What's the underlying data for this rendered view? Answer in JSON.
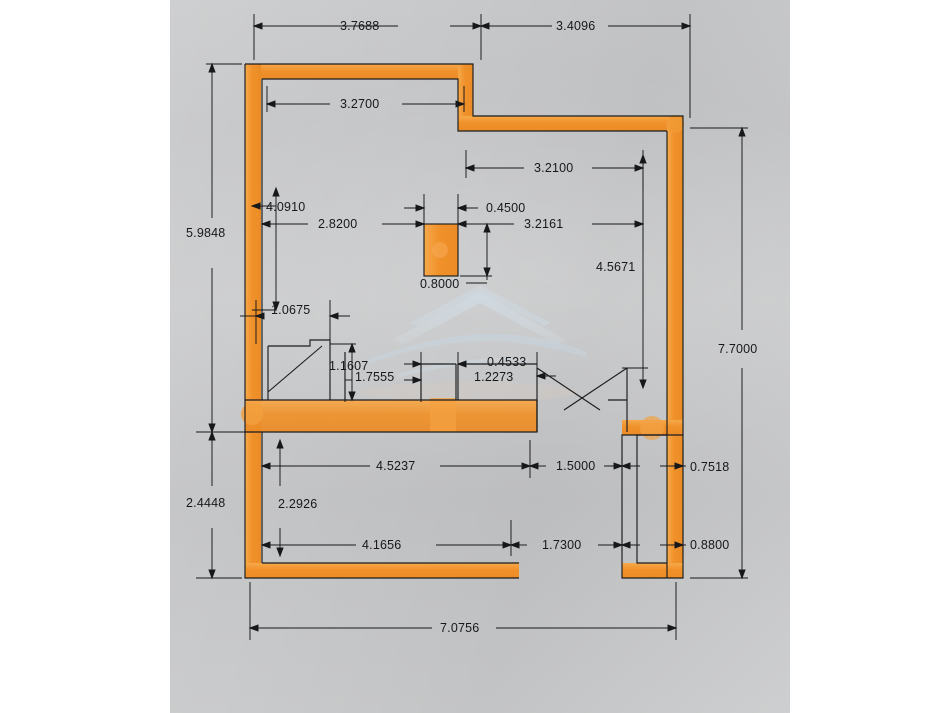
{
  "document": {
    "type": "architectural-floor-plan",
    "medium": "photograph of printed drawing on gray paper",
    "units_note": "meters"
  },
  "colors": {
    "paper": "#c7c8ca",
    "wall_highlight": "#f0932b",
    "wall_highlight_light": "#f8b461",
    "line": "#1b1c1e",
    "watermark": "#b9d4e8",
    "page_background": "#ffffff"
  },
  "dimensions": {
    "top": [
      {
        "id": "top-3-7688",
        "value": "3.7688",
        "orientation": "horizontal"
      },
      {
        "id": "top-3-4096",
        "value": "3.4096",
        "orientation": "horizontal"
      },
      {
        "id": "top-3-2700",
        "value": "3.2700",
        "orientation": "horizontal"
      }
    ],
    "interior": [
      {
        "id": "int-3-2100",
        "value": "3.2100",
        "orientation": "horizontal"
      },
      {
        "id": "int-0-4500",
        "value": "0.4500",
        "orientation": "horizontal"
      },
      {
        "id": "int-2-8200",
        "value": "2.8200",
        "orientation": "horizontal"
      },
      {
        "id": "int-3-2161",
        "value": "3.2161",
        "orientation": "horizontal"
      },
      {
        "id": "int-4-0910",
        "value": "4.0910",
        "orientation": "vertical"
      },
      {
        "id": "int-0-8000",
        "value": "0.8000",
        "orientation": "vertical"
      },
      {
        "id": "int-4-5671",
        "value": "4.5671",
        "orientation": "vertical"
      },
      {
        "id": "int-1-0675",
        "value": "1.0675",
        "orientation": "horizontal"
      },
      {
        "id": "int-1-1607",
        "value": "1.1607",
        "orientation": "vertical"
      },
      {
        "id": "int-1-7555",
        "value": "1.7555",
        "orientation": "horizontal"
      },
      {
        "id": "int-0-4533",
        "value": "0.4533",
        "orientation": "horizontal"
      },
      {
        "id": "int-1-2273",
        "value": "1.2273",
        "orientation": "horizontal"
      }
    ],
    "left": [
      {
        "id": "left-5-9848",
        "value": "5.9848",
        "orientation": "vertical"
      },
      {
        "id": "left-2-4448",
        "value": "2.4448",
        "orientation": "vertical"
      }
    ],
    "right": [
      {
        "id": "right-7-7000",
        "value": "7.7000",
        "orientation": "vertical"
      },
      {
        "id": "right-0-7518",
        "value": "0.7518",
        "orientation": "horizontal"
      },
      {
        "id": "right-0-8800",
        "value": "0.8800",
        "orientation": "horizontal"
      }
    ],
    "lower": [
      {
        "id": "low-4-5237",
        "value": "4.5237",
        "orientation": "horizontal"
      },
      {
        "id": "low-1-5000",
        "value": "1.5000",
        "orientation": "horizontal"
      },
      {
        "id": "low-2-2926",
        "value": "2.2926",
        "orientation": "vertical"
      },
      {
        "id": "low-4-1656",
        "value": "4.1656",
        "orientation": "horizontal"
      },
      {
        "id": "low-1-7300",
        "value": "1.7300",
        "orientation": "horizontal"
      }
    ],
    "bottom": [
      {
        "id": "bot-7-0756",
        "value": "7.0756",
        "orientation": "horizontal"
      }
    ]
  },
  "plan_features": {
    "column": {
      "name": "interior-column",
      "width_label": "0.4500",
      "height_label": "0.8000"
    },
    "stair": {
      "name": "stair-or-closet-diagonal"
    },
    "doors": [
      {
        "name": "double-door-swing-right"
      }
    ]
  }
}
